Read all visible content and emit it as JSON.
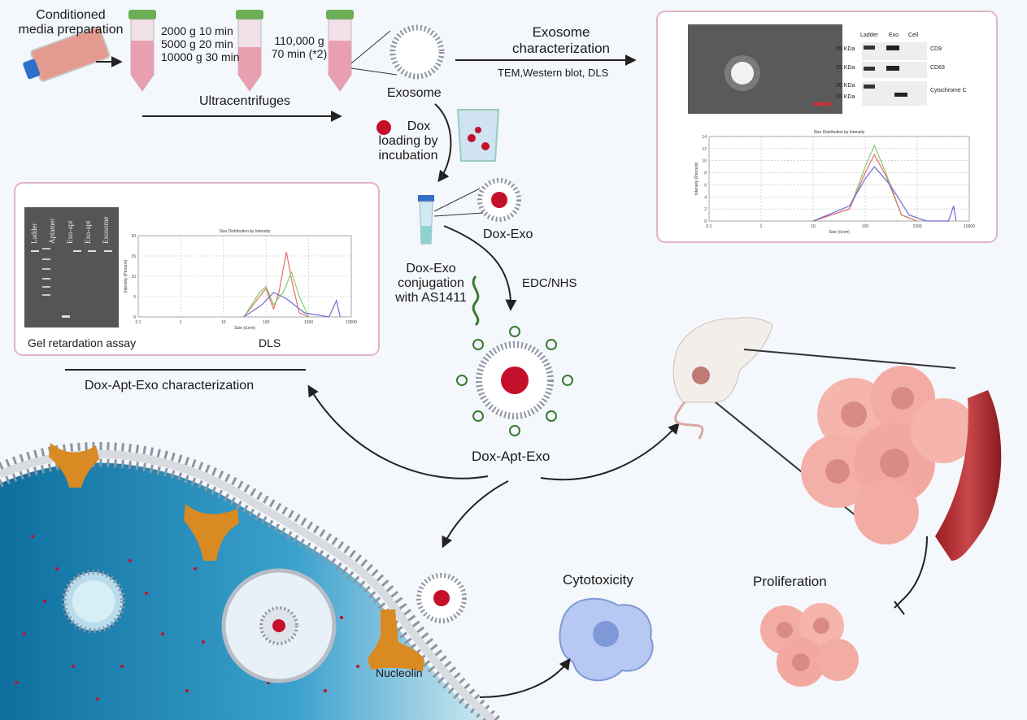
{
  "colors": {
    "accent_pink": "#e3b3c6",
    "liquid": "#e8a0b1",
    "cap_green": "#6cae55",
    "dox_red": "#c4102a",
    "aptamer_green": "#3b7a35",
    "nucleolin_orange": "#d98a22",
    "cell_blue": "#1e88b8",
    "tumor_pink": "#f0a8a0",
    "dls_red": "#e46d6d",
    "dls_green": "#7fcf6d",
    "dls_blue": "#6c6cd6"
  },
  "icons": [
    "flask-icon",
    "centrifuge-tube-icon",
    "exosome-icon",
    "beaker-icon",
    "dox-exo-tube-icon",
    "aptamer-icon",
    "dox-apt-exo-icon",
    "mouse-icon",
    "tumor-cluster-icon",
    "blood-vessel-icon",
    "nucleolin-receptor-icon",
    "cytotoxicity-cell-icon",
    "proliferation-cell-icon"
  ],
  "labels": {
    "conditioned_line1": "Conditioned",
    "conditioned_line2": "media preparation",
    "spin1": "2000 g 10 min",
    "spin2": "5000 g 20 min",
    "spin3": "10000 g 30 min",
    "spin4": "110,000 g",
    "spin5": "70 min (*2)",
    "ultracentrifuges": "Ultracentrifuges",
    "exosome": "Exosome",
    "exo_char_line1": "Exosome",
    "exo_char_line2": "characterization",
    "exo_char_methods": "TEM,Western blot, DLS",
    "dox_line1": "Dox",
    "dox_line2": "loading by",
    "dox_line3": "incubation",
    "dox_exo": "Dox-Exo",
    "conj_line1": "Dox-Exo",
    "conj_line2": "conjugation",
    "conj_line3": "with AS1411",
    "edc_nhs": "EDC/NHS",
    "dox_apt_exo": "Dox-Apt-Exo",
    "gel_assay": "Gel retardation assay",
    "dls": "DLS",
    "apt_exo_char": "Dox-Apt-Exo characterization",
    "nucleolin": "Nucleolin",
    "cytotoxicity": "Cytotoxicity",
    "proliferation": "Proliferation"
  },
  "western_blot": {
    "lanes": [
      "Ladder",
      "Exo",
      "Cell"
    ],
    "rows": [
      {
        "marker": "25 KDa",
        "protein": "CD9"
      },
      {
        "marker": "25 KDa",
        "protein": "CD63"
      },
      {
        "marker_top": "20 KDa",
        "marker_bottom": "15 KDa",
        "protein": "Cytochrome C"
      }
    ]
  },
  "gel_lanes": [
    "Ladder",
    "Aptamer",
    "Exo-apt",
    "Exo-apt",
    "Exosome"
  ],
  "chart_data": [
    {
      "type": "line",
      "title": "Size Distribution by Intensity",
      "xlabel": "Size (d.nm)",
      "ylabel": "Intensity (Percent)",
      "xscale": "log",
      "xlim": [
        0.1,
        10000
      ],
      "ylim": [
        0,
        14
      ],
      "grid": true,
      "xticks": [
        "0.1",
        "1",
        "10",
        "100",
        "1000",
        "10000"
      ],
      "yticks": [
        "0",
        "2",
        "4",
        "6",
        "8",
        "10",
        "12",
        "14"
      ],
      "series": [
        {
          "color": "#7fcf6d",
          "peak_x": 150,
          "peak_y": 12.5,
          "width": 0.19,
          "points": [
            [
              10,
              0
            ],
            [
              50,
              2
            ],
            [
              100,
              9
            ],
            [
              150,
              12.5
            ],
            [
              250,
              8
            ],
            [
              500,
              1
            ],
            [
              1000,
              0
            ]
          ]
        },
        {
          "color": "#e46d6d",
          "peak_x": 150,
          "peak_y": 11,
          "width": 0.21,
          "points": [
            [
              10,
              0
            ],
            [
              50,
              2
            ],
            [
              100,
              8
            ],
            [
              150,
              11
            ],
            [
              250,
              7.5
            ],
            [
              500,
              1
            ],
            [
              1000,
              0
            ]
          ]
        },
        {
          "color": "#6c6cd6",
          "peak_x": 150,
          "peak_y": 9,
          "width": 0.26,
          "points": [
            [
              10,
              0
            ],
            [
              50,
              2.5
            ],
            [
              100,
              7
            ],
            [
              150,
              9
            ],
            [
              300,
              6
            ],
            [
              700,
              1
            ],
            [
              1500,
              0
            ],
            [
              4000,
              0
            ],
            [
              5000,
              2.5
            ],
            [
              5600,
              0
            ]
          ]
        }
      ]
    },
    {
      "type": "line",
      "title": "Size Distribution by Intensity",
      "xlabel": "Size (d.nm)",
      "ylabel": "Intensity (Percent)",
      "xscale": "log",
      "xlim": [
        0.1,
        10000
      ],
      "ylim": [
        0,
        20
      ],
      "grid": true,
      "xticks": [
        "0.1",
        "1",
        "10",
        "100",
        "1000",
        "10000"
      ],
      "yticks": [
        "0",
        "5",
        "10",
        "15",
        "20"
      ],
      "series": [
        {
          "color": "#e46d6d",
          "points": [
            [
              30,
              0
            ],
            [
              70,
              5
            ],
            [
              100,
              7
            ],
            [
              150,
              2
            ],
            [
              200,
              6
            ],
            [
              300,
              16
            ],
            [
              400,
              9
            ],
            [
              600,
              1
            ],
            [
              1000,
              0
            ]
          ]
        },
        {
          "color": "#7fcf6d",
          "points": [
            [
              30,
              0
            ],
            [
              70,
              6
            ],
            [
              100,
              7.5
            ],
            [
              150,
              3
            ],
            [
              250,
              6
            ],
            [
              400,
              11
            ],
            [
              600,
              5
            ],
            [
              1000,
              0
            ]
          ]
        },
        {
          "color": "#6c6cd6",
          "points": [
            [
              30,
              0
            ],
            [
              80,
              3
            ],
            [
              150,
              6
            ],
            [
              300,
              4.5
            ],
            [
              800,
              1
            ],
            [
              3000,
              0
            ],
            [
              4500,
              4
            ],
            [
              5500,
              0
            ]
          ]
        }
      ]
    }
  ]
}
